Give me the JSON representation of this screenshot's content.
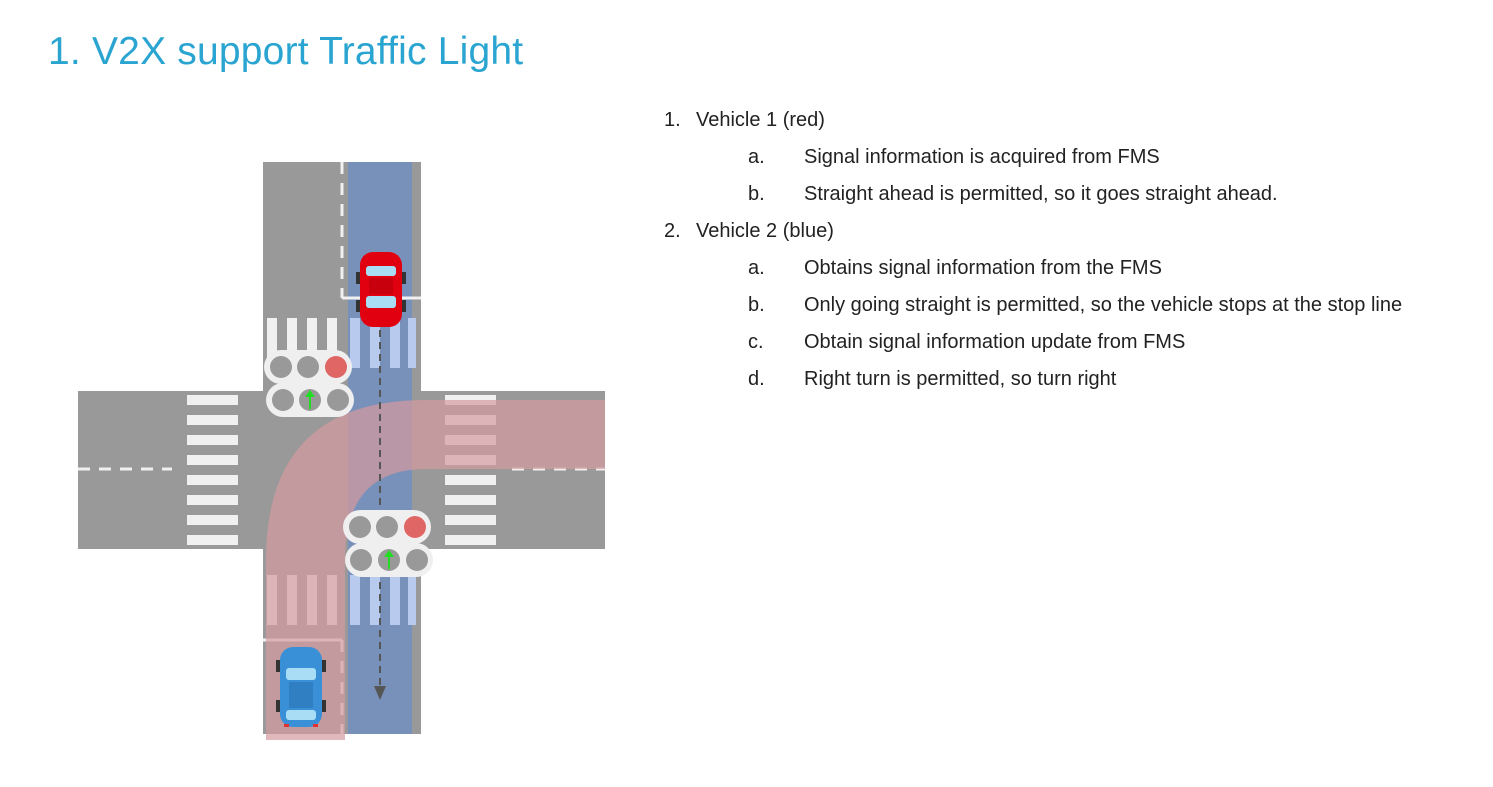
{
  "page": {
    "title": "1. V2X support Traffic Light"
  },
  "colors": {
    "title": "#2aa5d1",
    "road": "#999999",
    "crosswalk": "#f0f0f0",
    "blue_path": "#7891ba",
    "red_path": "#b99598",
    "signal_red": "#e06666",
    "signal_off": "#999999",
    "signal_arrow": "#22dd22",
    "vehicle_1": "#e00010",
    "vehicle_2": "#3a90d6"
  },
  "diagram": {
    "vehicles": [
      {
        "id": "vehicle-1",
        "color": "red",
        "direction": "southbound",
        "action": "straight"
      },
      {
        "id": "vehicle-2",
        "color": "blue",
        "direction": "northbound",
        "action": "right-turn"
      }
    ],
    "signals": [
      {
        "id": "signal-north",
        "top_row": [
          "off",
          "off",
          "red"
        ],
        "bottom_row": [
          "off",
          "straight-arrow",
          "off"
        ]
      },
      {
        "id": "signal-south",
        "top_row": [
          "off",
          "off",
          "red"
        ],
        "bottom_row": [
          "off",
          "straight-arrow",
          "off"
        ]
      }
    ]
  },
  "steps": [
    {
      "number": "1.",
      "label": "Vehicle 1 (red)",
      "items": [
        {
          "letter": "a.",
          "text": "Signal information is acquired from FMS"
        },
        {
          "letter": "b.",
          "text": "Straight ahead is permitted, so it goes straight ahead."
        }
      ]
    },
    {
      "number": "2.",
      "label": "Vehicle 2 (blue)",
      "items": [
        {
          "letter": "a.",
          "text": "Obtains signal information from the FMS"
        },
        {
          "letter": "b.",
          "text": "Only going straight is permitted, so the vehicle stops at the stop line"
        },
        {
          "letter": "c.",
          "text": "Obtain signal information update from FMS"
        },
        {
          "letter": "d.",
          "text": "Right turn is permitted, so turn right"
        }
      ]
    }
  ]
}
